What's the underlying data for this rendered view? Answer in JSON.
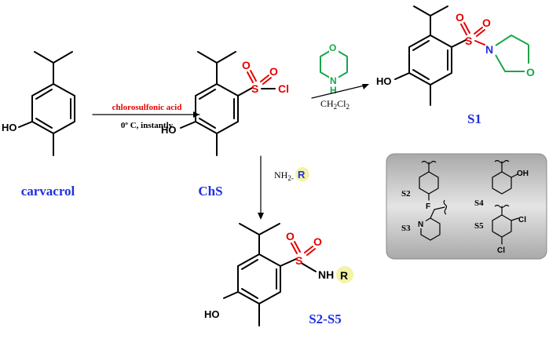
{
  "colors": {
    "compound_label": "#1f2fe0",
    "reagent_text": "#e60000",
    "sulfonyl": "#e60000",
    "morpholine": "#1aa64a",
    "r_highlight": "#f3f3a6",
    "panel_bg": "#c8c8c8"
  },
  "compounds": {
    "carvacrol": "carvacrol",
    "chs": "ChS",
    "s1": "S1",
    "s2_s5": "S2-S5"
  },
  "atoms": {
    "ho": "HO",
    "o": "O",
    "s": "S",
    "cl": "Cl",
    "n": "N",
    "h": "H",
    "f": "F",
    "oh": "OH",
    "nh": "NH",
    "r": "R"
  },
  "reagents": {
    "step1_reagent": "chlorosulfonic acid",
    "step1_conditions": "0º C, instantly",
    "solvent_main": "CH",
    "solvent_sub1": "2",
    "solvent_mid": "Cl",
    "solvent_sub2": "2",
    "amine_prefix": "NH",
    "amine_sub": "2-",
    "amine_r": "R"
  },
  "substituent_panel": {
    "s2": "S2",
    "s3": "S3",
    "s4": "S4",
    "s5": "S5"
  }
}
